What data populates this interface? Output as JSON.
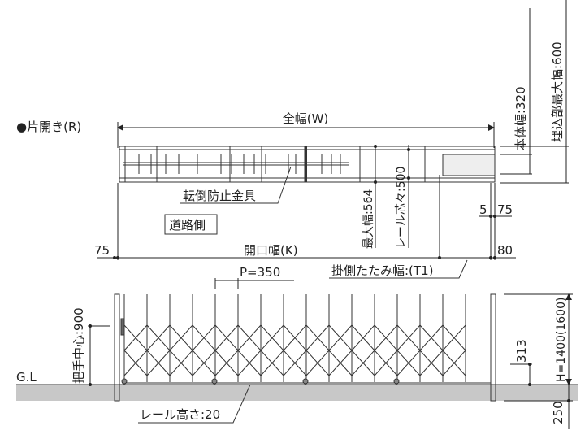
{
  "title": "●片開き(R)",
  "top_view": {
    "overall_width": "全幅(W)",
    "anti_tip_bracket": "転倒防止金具",
    "road_side": "道路側",
    "max_width": "最大幅:564",
    "rail_center": "レール芯々:500",
    "body_width": "本体幅:320",
    "embed_max_width": "埋込部最大幅:600",
    "dim_5": "5",
    "dim_75_right": "75",
    "dim_75_left": "75",
    "dim_80": "80",
    "opening_width": "開口幅(K)",
    "folded_width": "掛側たたみ幅:(T1)"
  },
  "elevation": {
    "pitch": "P=350",
    "handle_center": "把手中心:900",
    "ground_level": "G.L",
    "height": "H=1400(1600)",
    "dim_313": "313",
    "dim_250": "250",
    "rail_height": "レール高さ:20"
  },
  "colors": {
    "line": "#333333",
    "ground": "#c8c8c8"
  }
}
